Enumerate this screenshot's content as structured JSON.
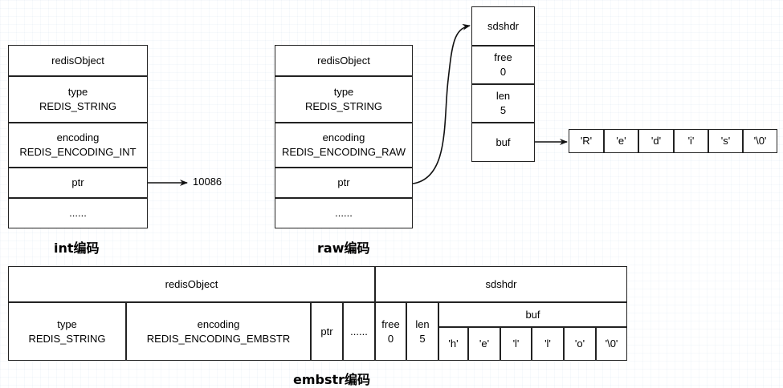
{
  "int": {
    "caption": "int编码",
    "header": "redisObject",
    "type_label": "type",
    "type_value": "REDIS_STRING",
    "encoding_label": "encoding",
    "encoding_value": "REDIS_ENCODING_INT",
    "ptr": "ptr",
    "rest": "......",
    "value": "10086"
  },
  "raw": {
    "caption": "raw编码",
    "header": "redisObject",
    "type_label": "type",
    "type_value": "REDIS_STRING",
    "encoding_label": "encoding",
    "encoding_value": "REDIS_ENCODING_RAW",
    "ptr": "ptr",
    "rest": "......",
    "sds": {
      "header": "sdshdr",
      "free_label": "free",
      "free_value": "0",
      "len_label": "len",
      "len_value": "5",
      "buf_label": "buf",
      "chars": [
        "'R'",
        "'e'",
        "'d'",
        "'i'",
        "'s'",
        "'\\0'"
      ]
    }
  },
  "embstr": {
    "caption": "embstr编码",
    "object_header": "redisObject",
    "sds_header": "sdshdr",
    "type_label": "type",
    "type_value": "REDIS_STRING",
    "encoding_label": "encoding",
    "encoding_value": "REDIS_ENCODING_EMBSTR",
    "ptr": "ptr",
    "rest": "......",
    "free_label": "free",
    "free_value": "0",
    "len_label": "len",
    "len_value": "5",
    "buf_label": "buf",
    "chars": [
      "'h'",
      "'e'",
      "'l'",
      "'l'",
      "'o'",
      "'\\0'"
    ]
  }
}
